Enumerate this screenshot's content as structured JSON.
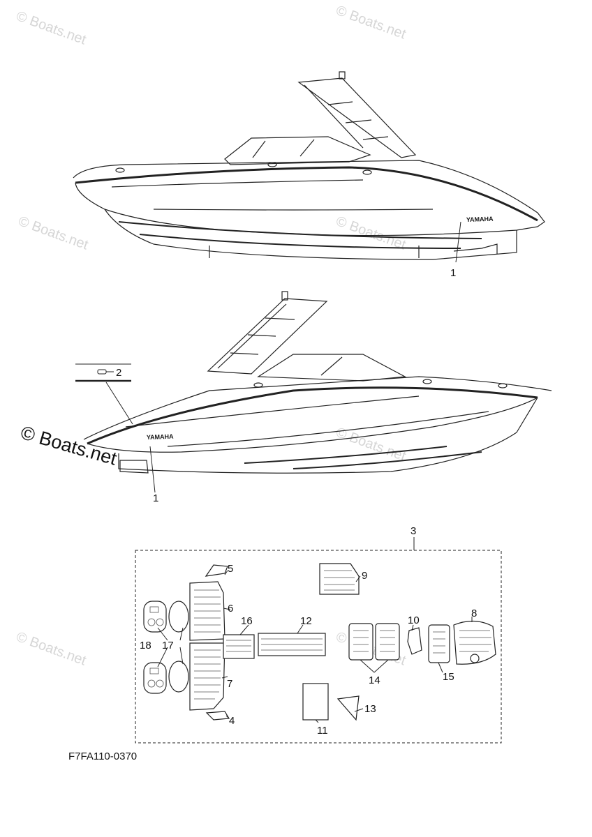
{
  "watermark": "© Boats.net",
  "part_code": "F7FA110-0370",
  "labels": {
    "p1": "1",
    "p2": "2",
    "p3": "3",
    "p4": "4",
    "p5": "5",
    "p6": "6",
    "p7": "7",
    "p8": "8",
    "p9": "9",
    "p10": "10",
    "p11": "11",
    "p12": "12",
    "p13": "13",
    "p14": "14",
    "p15": "15",
    "p16": "16",
    "p17": "17",
    "p18": "18"
  },
  "brand_text": "YAMAHA"
}
